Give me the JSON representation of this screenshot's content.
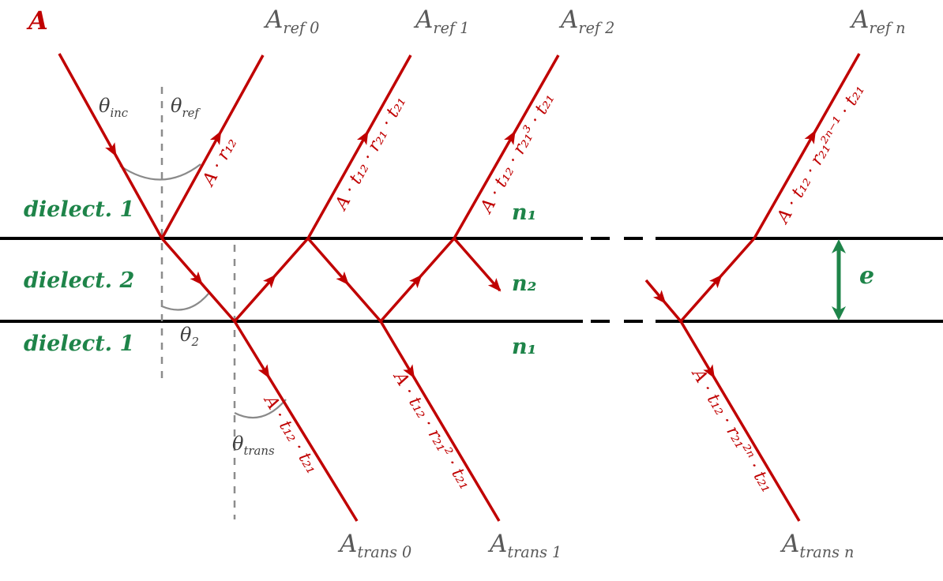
{
  "colors": {
    "ray": "#c00000",
    "interface": "#000000",
    "green": "#1e8449",
    "label_gray": "#595959",
    "normal_gray": "#8c8c8c",
    "arc_gray": "#8a8a8a"
  },
  "labels": {
    "incident": "A",
    "ref": [
      {
        "base": "A",
        "sub": "ref 0"
      },
      {
        "base": "A",
        "sub": "ref 1"
      },
      {
        "base": "A",
        "sub": "ref 2"
      },
      {
        "base": "A",
        "sub": "ref n"
      }
    ],
    "trans": [
      {
        "base": "A",
        "sub": "trans 0"
      },
      {
        "base": "A",
        "sub": "trans 1"
      },
      {
        "base": "A",
        "sub": "trans n"
      }
    ],
    "media": {
      "top": "dielect. 1",
      "mid": "dielect. 2",
      "bottom": "dielect. 1",
      "n_top": "n₁",
      "n_mid": "n₂",
      "n_bottom": "n₁"
    },
    "angles": {
      "inc": {
        "base": "θ",
        "sub": "inc"
      },
      "ref": {
        "base": "θ",
        "sub": "ref"
      },
      "two": {
        "base": "θ",
        "sub": "2"
      },
      "trans": {
        "base": "θ",
        "sub": "trans"
      }
    },
    "amplitudes": {
      "ref0": "A · r₁₂",
      "ref1": "A · t₁₂ · r₂₁ · t₂₁",
      "ref2": "A · t₁₂ · r₂₁³ · t₂₁",
      "refn": "A · t₁₂ · r₂₁²ⁿ⁻¹ · t₂₁",
      "trans0": "A · t₁₂ · t₂₁",
      "trans1": "A · t₁₂ · r₂₁² · t₂₁",
      "transn": "A · t₁₂ · r₂₁²ⁿ · t₂₁"
    },
    "thickness": "e"
  }
}
